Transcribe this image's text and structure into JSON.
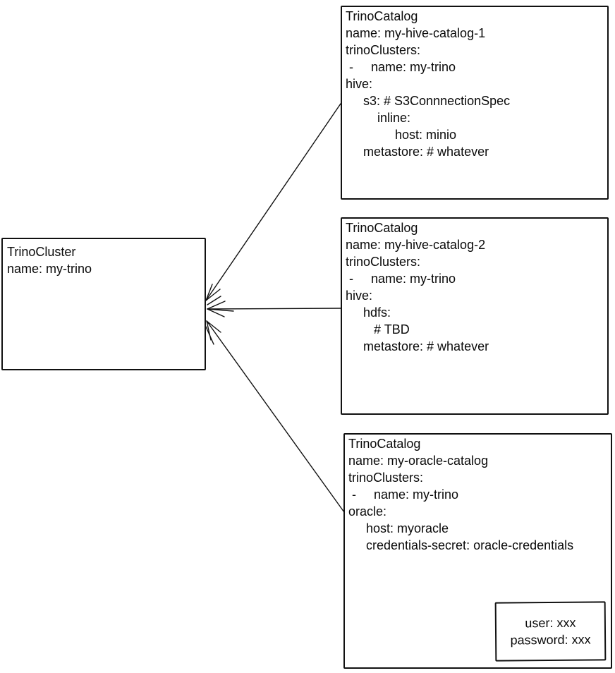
{
  "colors": {
    "stroke": "#111111",
    "background": "#ffffff",
    "text": "#0a0a0a"
  },
  "boxes": {
    "catalog1": {
      "title": "TrinoCatalog",
      "lines": [
        "TrinoCatalog",
        "name: my-hive-catalog-1",
        "trinoClusters:",
        " -     name: my-trino",
        "hive:",
        "     s3: # S3ConnnectionSpec",
        "         inline:",
        "              host: minio",
        "     metastore: # whatever"
      ]
    },
    "catalog2": {
      "title": "TrinoCatalog",
      "lines": [
        "TrinoCatalog",
        "name: my-hive-catalog-2",
        "trinoClusters:",
        " -     name: my-trino",
        "hive:",
        "     hdfs:",
        "        # TBD",
        "     metastore: # whatever"
      ]
    },
    "catalog3": {
      "title": "TrinoCatalog",
      "lines": [
        "TrinoCatalog",
        "name: my-oracle-catalog",
        "trinoClusters:",
        " -     name: my-trino",
        "oracle:",
        "     host: myoracle",
        "     credentials-secret: oracle-credentials"
      ]
    },
    "cluster": {
      "title": "TrinoCluster",
      "lines": [
        "TrinoCluster",
        "name: my-trino"
      ]
    },
    "secret": {
      "lines": [
        "user: xxx",
        "password: xxx"
      ]
    }
  }
}
